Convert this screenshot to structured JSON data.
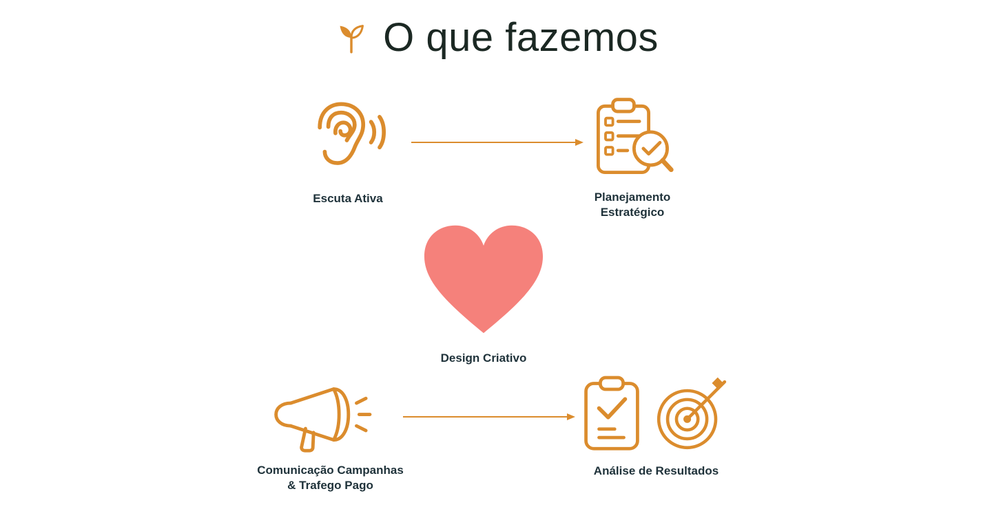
{
  "page": {
    "title": "O que fazemos"
  },
  "colors": {
    "accent_orange": "#DB8C2D",
    "heart_pink": "#F5817B",
    "title_text": "#1B2823",
    "label_text": "#20333B",
    "background": "#FFFFFF"
  },
  "header": {
    "icon": "sprout-icon"
  },
  "nodes": {
    "escuta": {
      "label": "Escuta Ativa",
      "icon": "ear-icon"
    },
    "planejamento": {
      "label": "Planejamento Estratégico",
      "icon": "clipboard-magnifier-icon"
    },
    "design": {
      "label": "Design Criativo",
      "icon": "heart-icon"
    },
    "comunicacao": {
      "label": "Comunicação Campanhas & Trafego Pago",
      "icon": "megaphone-icon"
    },
    "analise": {
      "label": "Análise de Resultados",
      "icons": [
        "clipboard-check-icon",
        "target-dart-icon"
      ]
    }
  },
  "flow": {
    "arrows": [
      {
        "from": "escuta",
        "to": "planejamento"
      },
      {
        "from": "comunicacao",
        "to": "analise"
      }
    ]
  }
}
